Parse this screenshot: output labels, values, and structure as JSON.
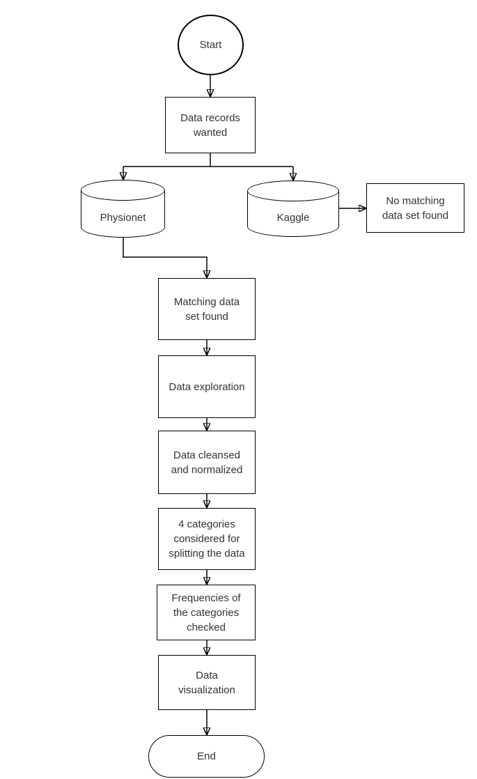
{
  "canvas": {
    "background_color": "#ffffff",
    "stroke_color": "#000000",
    "text_color": "#333333"
  },
  "nodes": {
    "start": {
      "label": "Start",
      "shape": "circle"
    },
    "data_records": {
      "label": "Data records\nwanted",
      "shape": "process"
    },
    "physionet": {
      "label": "Physionet",
      "shape": "database"
    },
    "kaggle": {
      "label": "Kaggle",
      "shape": "database"
    },
    "no_matching": {
      "label": "No matching\ndata set found",
      "shape": "process"
    },
    "matching": {
      "label": "Matching data\nset found",
      "shape": "process"
    },
    "exploration": {
      "label": "Data exploration",
      "shape": "process"
    },
    "cleansed": {
      "label": "Data cleansed\nand normalized",
      "shape": "process"
    },
    "categories": {
      "label": "4 categories\nconsidered for\nsplitting the data",
      "shape": "process"
    },
    "frequencies": {
      "label": "Frequencies of\nthe categories\nchecked",
      "shape": "process"
    },
    "visualization": {
      "label": "Data\nvisualization",
      "shape": "process"
    },
    "end": {
      "label": "End",
      "shape": "terminator"
    }
  },
  "edges": [
    {
      "from": "start",
      "to": "data_records"
    },
    {
      "from": "data_records",
      "to": "physionet"
    },
    {
      "from": "data_records",
      "to": "kaggle"
    },
    {
      "from": "physionet",
      "to": "matching"
    },
    {
      "from": "kaggle",
      "to": "no_matching"
    },
    {
      "from": "matching",
      "to": "exploration"
    },
    {
      "from": "exploration",
      "to": "cleansed"
    },
    {
      "from": "cleansed",
      "to": "categories"
    },
    {
      "from": "categories",
      "to": "frequencies"
    },
    {
      "from": "frequencies",
      "to": "visualization"
    },
    {
      "from": "visualization",
      "to": "end"
    }
  ]
}
